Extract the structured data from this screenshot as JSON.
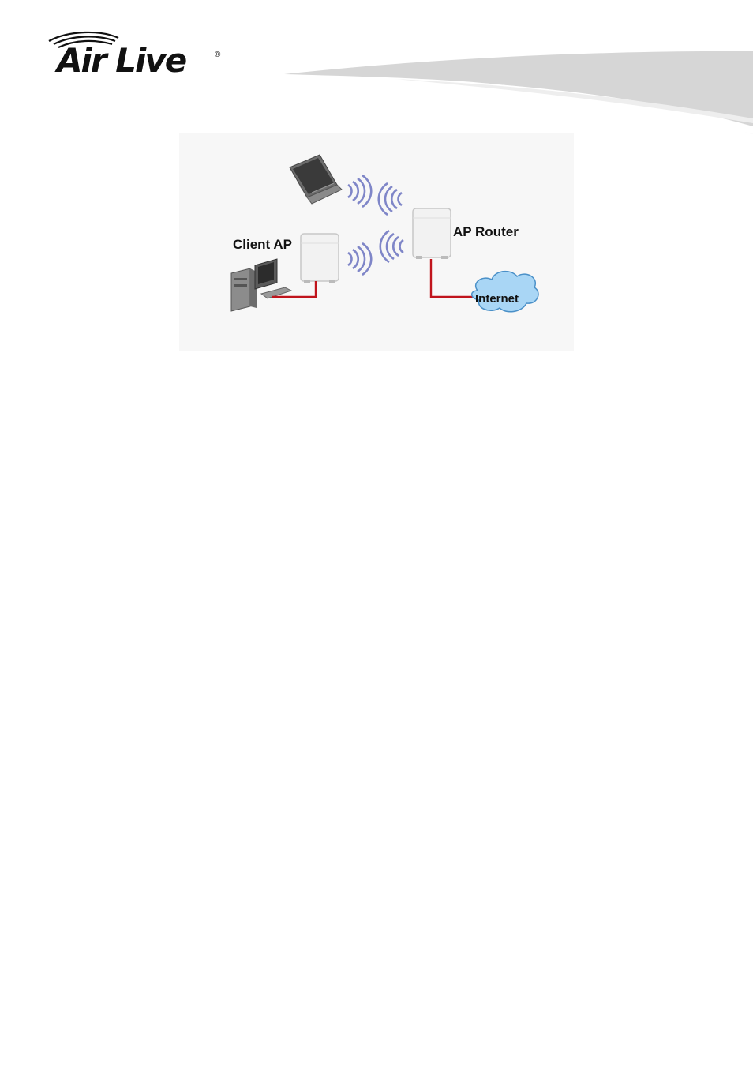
{
  "header": {
    "logo_text": "Air Live",
    "logo_registered": "®"
  },
  "diagram": {
    "client_ap_label": "Client AP",
    "ap_router_label": "AP Router",
    "internet_label": "Internet",
    "colors": {
      "cable": "#c0141c",
      "signal": "#7f86c8",
      "cloud": "#a9d6f5"
    }
  }
}
